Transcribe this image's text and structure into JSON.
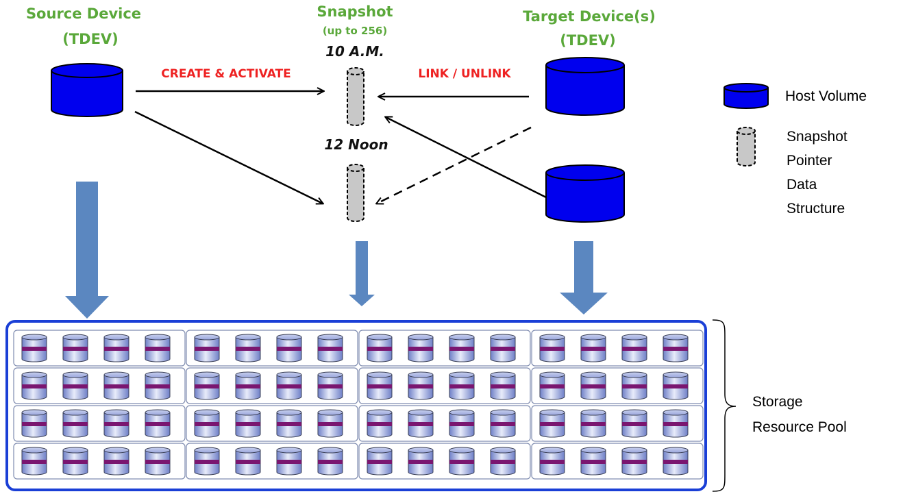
{
  "colors": {
    "header_green": "#5aa83a",
    "operation_red": "#ee2222",
    "host_volume_blue": "#0000ee",
    "snapshot_gray": "#c8c8c8",
    "flow_arrow_blue": "#5b87c0",
    "pool_border_blue": "#1a3fd6",
    "disk_stripe_purple": "#7a1670"
  },
  "source": {
    "title_line1": "Source Device",
    "title_line2": "(TDEV)"
  },
  "snapshot": {
    "title": "Snapshot",
    "subtitle": "(up to 256)",
    "time_1": "10 A.M.",
    "time_2": "12 Noon"
  },
  "target": {
    "title_line1": "Target Device(s)",
    "title_line2": "(TDEV)"
  },
  "operations": {
    "create_activate": "CREATE & ACTIVATE",
    "link_unlink": "LINK / UNLINK"
  },
  "legend": {
    "host_volume": "Host Volume",
    "snapshot_line1": "Snapshot",
    "snapshot_line2": "Pointer",
    "snapshot_line3": "Data",
    "snapshot_line4": "Structure"
  },
  "pool": {
    "label_line1": "Storage",
    "label_line2": "Resource Pool",
    "rows": 4,
    "groups_per_row": 4,
    "disks_per_group": 4
  }
}
